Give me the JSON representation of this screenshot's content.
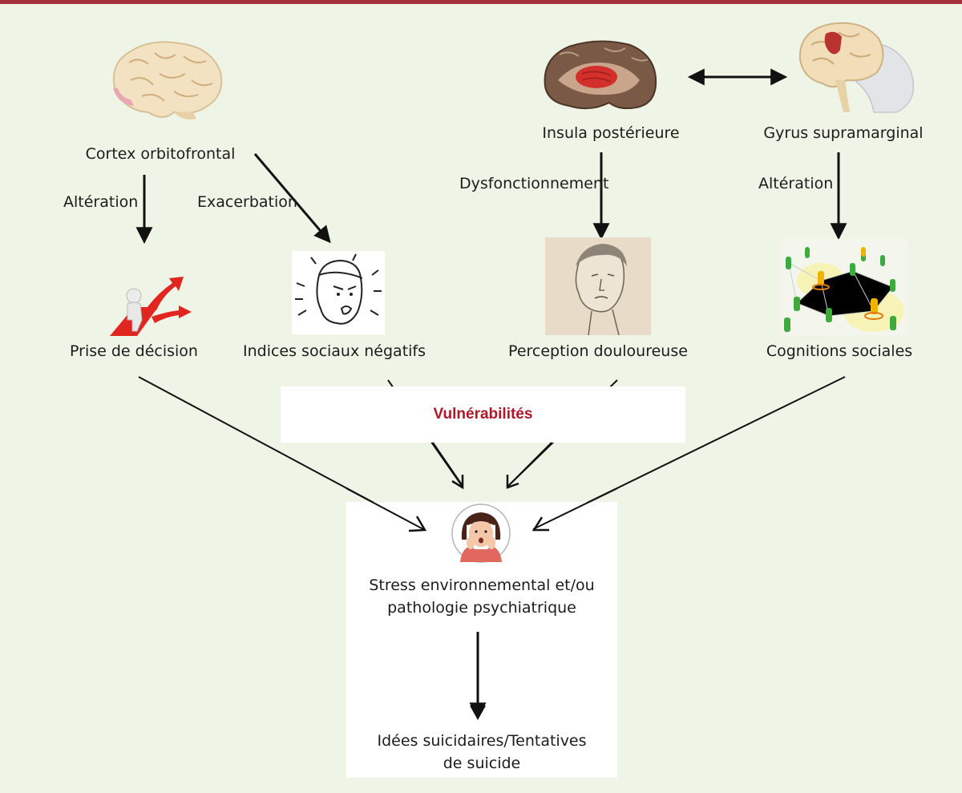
{
  "nodes": {
    "cortex": "Cortex orbitofrontal",
    "insula": "Insula postérieure",
    "gyrus": "Gyrus supramarginal",
    "decision": "Prise de décision",
    "indices": "Indices sociaux négatifs",
    "perception": "Perception douloureuse",
    "cognitions": "Cognitions sociales"
  },
  "arrow_labels": {
    "alteration_left": "Altération",
    "exacerbation": "Exacerbation",
    "dysfonctionnement": "Dysfonctionnement",
    "alteration_right": "Altération"
  },
  "vulnerabilites": "Vulnérabilités",
  "stress": {
    "line1": "Stress environnemental et/ou",
    "line2": "pathologie psychiatrique"
  },
  "outcome": {
    "line1": "Idées suicidaires/Tentatives",
    "line2": "de suicide"
  },
  "colors": {
    "background": "#eef5e6",
    "top_bar": "#a3303a",
    "vulnerabilites_text": "#b0182a",
    "arrow": "#111111"
  }
}
